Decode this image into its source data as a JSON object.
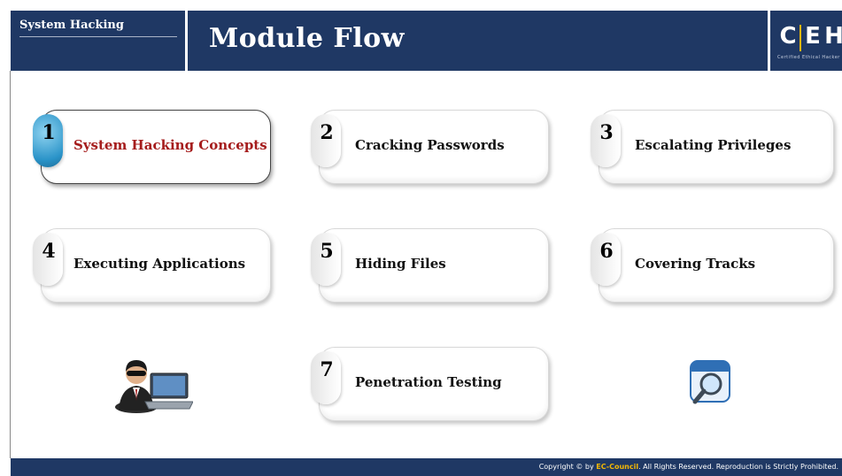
{
  "header": {
    "section": "System Hacking",
    "title": "Module Flow",
    "logo": {
      "letters": [
        "C",
        "E",
        "H"
      ],
      "subtitle": "Certified   Ethical   Hacker"
    }
  },
  "steps": [
    {
      "number": "1",
      "label": "System Hacking Concepts",
      "active": true
    },
    {
      "number": "2",
      "label": "Cracking Passwords",
      "active": false
    },
    {
      "number": "3",
      "label": "Escalating Privileges",
      "active": false
    },
    {
      "number": "4",
      "label": "Executing Applications",
      "active": false
    },
    {
      "number": "5",
      "label": "Hiding Files",
      "active": false
    },
    {
      "number": "6",
      "label": "Covering Tracks",
      "active": false
    },
    {
      "number": "7",
      "label": "Penetration Testing",
      "active": false
    }
  ],
  "icons": {
    "left": "hacker-laptop-icon",
    "right": "search-window-icon"
  },
  "footer": {
    "copyright_prefix": "Copyright © by ",
    "brand": "EC-Council",
    "copyright_suffix": ". All Rights Reserved. Reproduction is Strictly Prohibited."
  },
  "colors": {
    "navy": "#1f3864",
    "active_text": "#a51c1c",
    "active_tab": "#2a93c8",
    "brand": "#f2b705"
  }
}
